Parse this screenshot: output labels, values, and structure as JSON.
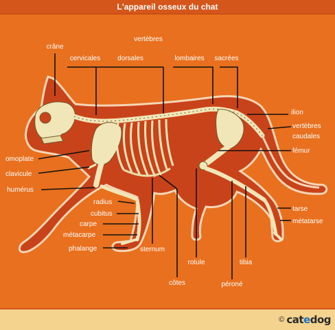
{
  "title": "L'appareil osseux du chat",
  "colors": {
    "background": "#e8701e",
    "body": "#c9431a",
    "outline": "#f5d6b5",
    "bone": "#f1e6b8",
    "footer": "#f3d38e"
  },
  "labels": {
    "vertebres": "vertèbres",
    "crane": "crâne",
    "cervicales": "cervicales",
    "dorsales": "dorsales",
    "lombaires": "lombaires",
    "sacrees": "sacrées",
    "ilion": "ilion",
    "vertebres_caudales_1": "vertèbres",
    "vertebres_caudales_2": "caudales",
    "femur": "fémur",
    "omoplate": "omoplate",
    "clavicule": "clavicule",
    "humerus": "humérus",
    "radius": "radius",
    "cubitus": "cubitus",
    "carpe": "carpe",
    "metacarpe": "métacarpe",
    "phalange": "phalange",
    "sternum": "sternum",
    "cotes": "côtes",
    "rotule": "rotule",
    "perone": "péroné",
    "tibia": "tibia",
    "tarse": "tarse",
    "metatarse": "métatarse"
  },
  "footer": {
    "copyright": "©",
    "brand_a": "cat",
    "brand_e": "e",
    "brand_b": "dog"
  },
  "icons": [
    "cat-silhouette-illustration",
    "skeleton-illustration",
    "catedog-logo-icon"
  ]
}
